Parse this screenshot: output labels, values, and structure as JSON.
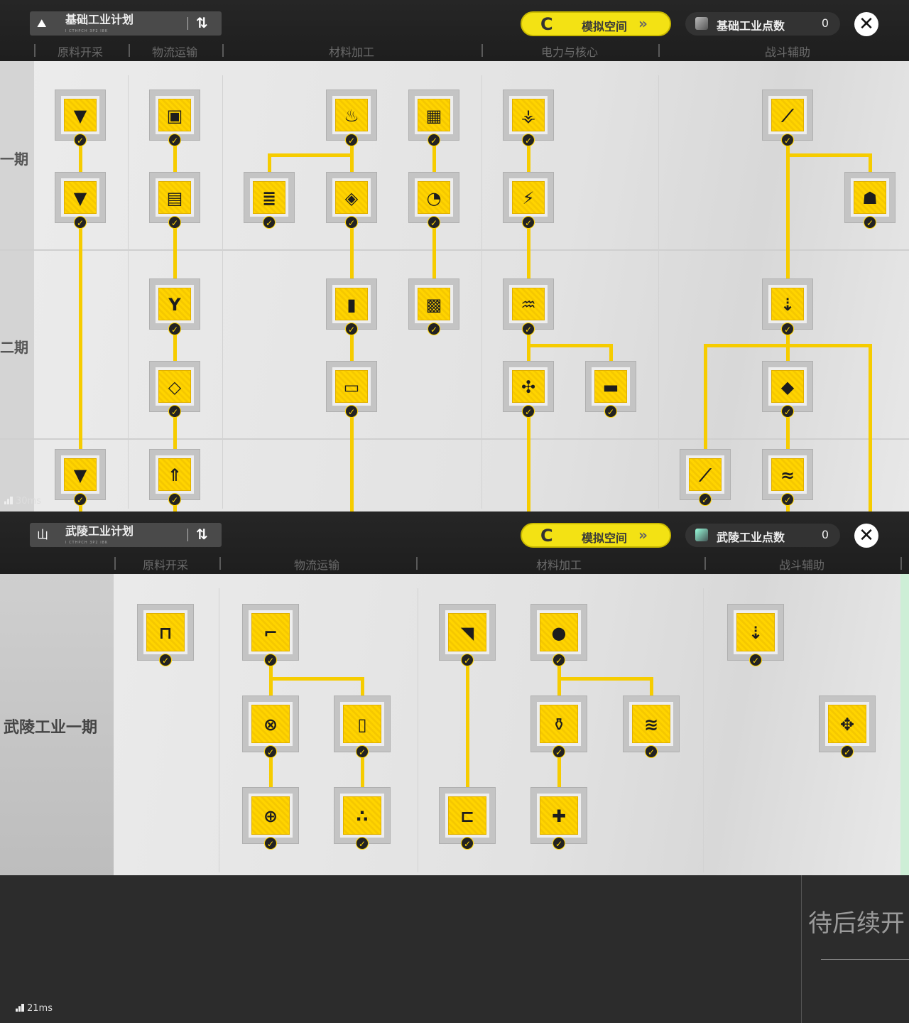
{
  "top": {
    "plan_title": "基础工业计划",
    "plan_subtitle": "I CTHPCH 3P2 I8K",
    "sim_label": "模拟空间",
    "points_label": "基础工业点数",
    "points_value": "0",
    "tabs": [
      "原料开采",
      "物流运输",
      "材料加工",
      "电力与核心",
      "战斗辅助"
    ],
    "phases": [
      "一期",
      "二期"
    ],
    "ping": "30ms",
    "nodes": [
      {
        "icon": "drill-icon"
      },
      {
        "icon": "storage-add-icon"
      },
      {
        "icon": "refinery-icon"
      },
      {
        "icon": "crusher-icon"
      },
      {
        "icon": "power-pylon-icon"
      },
      {
        "icon": "turret-icon"
      },
      {
        "icon": "drill-ii-icon"
      },
      {
        "icon": "unloader-icon"
      },
      {
        "icon": "stack-icon"
      },
      {
        "icon": "mould-icon"
      },
      {
        "icon": "grinder-icon"
      },
      {
        "icon": "relay-icon"
      },
      {
        "icon": "healer-icon"
      },
      {
        "icon": "splitter-icon"
      },
      {
        "icon": "canister-icon"
      },
      {
        "icon": "packer-icon"
      },
      {
        "icon": "thermal-icon"
      },
      {
        "icon": "tower-icon"
      },
      {
        "icon": "bridge-icon"
      },
      {
        "icon": "fabricator-icon"
      },
      {
        "icon": "hub-icon"
      },
      {
        "icon": "box-icon"
      },
      {
        "icon": "crystal-icon"
      },
      {
        "icon": "drill-iii-icon"
      },
      {
        "icon": "conveyor-icon"
      },
      {
        "icon": "turret-ii-icon"
      },
      {
        "icon": "wave-icon"
      }
    ]
  },
  "bottom": {
    "plan_title": "武陵工业计划",
    "plan_subtitle": "I CTHPCH 3P2 I8K",
    "sim_label": "模拟空间",
    "points_label": "武陵工业点数",
    "points_value": "0",
    "tabs": [
      "原料开采",
      "物流运输",
      "材料加工",
      "战斗辅助"
    ],
    "phase": "武陵工业一期",
    "ping": "21ms",
    "pending": "待后续开",
    "nodes": [
      {
        "icon": "pump-icon"
      },
      {
        "icon": "pipe-icon"
      },
      {
        "icon": "pour-icon"
      },
      {
        "icon": "liquid-icon"
      },
      {
        "icon": "pylon-ii-icon"
      },
      {
        "icon": "pipe-valve-icon"
      },
      {
        "icon": "fuel-icon"
      },
      {
        "icon": "bottle-icon"
      },
      {
        "icon": "water-icon"
      },
      {
        "icon": "spread-icon"
      },
      {
        "icon": "pipe-joint-icon"
      },
      {
        "icon": "drip-icon"
      },
      {
        "icon": "connector-icon"
      },
      {
        "icon": "liquid-add-icon"
      }
    ]
  },
  "colors": {
    "accent": "#f6cc00",
    "header": "#222222",
    "content": "#e6e6e6"
  }
}
